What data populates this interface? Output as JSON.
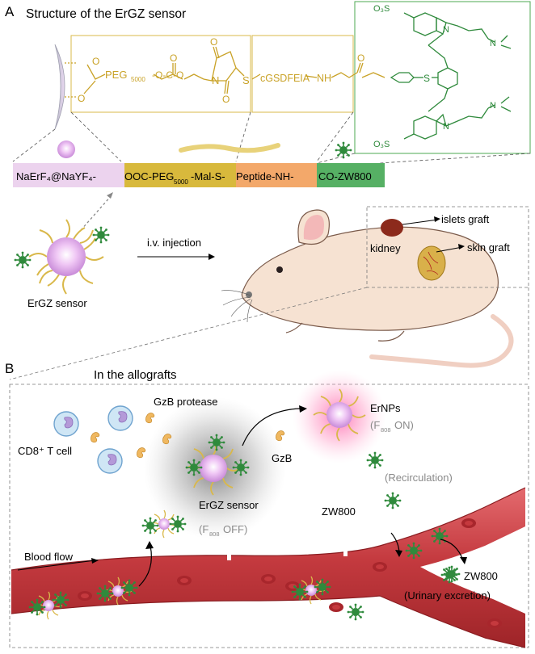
{
  "panel_a": {
    "label": "A",
    "title": "Structure of the ErGZ sensor",
    "chem": {
      "peg": "PEG",
      "peg_sub": "5000",
      "o_c_o": "-O-C-O",
      "peptide": "cGSDFEIA",
      "nh": "NH",
      "s1": "S",
      "s2": "S",
      "n_mal": "N",
      "o_labels": "O",
      "so3_top": "O₃S",
      "so3_bottom": "O₃S",
      "n_plus_top": "N",
      "n_plus_bottom": "N"
    },
    "bar": {
      "seg1": "NaErF₄@NaYF₄-",
      "seg2": "OOC-PEG",
      "seg2_sub": "5000",
      "seg2b": "-Mal-S-",
      "seg3": "Peptide-NH-",
      "seg4": "CO-ZW800"
    },
    "sensor_label": "ErGZ sensor",
    "injection_label": "i.v. injection",
    "kidney_label": "kidney",
    "islets_label": "islets graft",
    "skin_label": "skin graft"
  },
  "panel_b": {
    "label": "B",
    "title": "In the allografts",
    "cd8_label": "CD8⁺ T cell",
    "gzb_protease": "GzB protease",
    "gzb": "GzB",
    "ernps": "ErNPs",
    "fon": "(F",
    "fon_sub": "808",
    "fon_tail": " ON)",
    "ergz_sensor": "ErGZ sensor",
    "foff": "(F",
    "foff_sub": "808",
    "foff_tail": " OFF)",
    "recirculation": "(Recirculation)",
    "zw800_mid": "ZW800",
    "blood_flow": "Blood flow",
    "zw800_out": "ZW800",
    "urinary": "(Urinary excretion)"
  },
  "colors": {
    "gold": "#c9a227",
    "green": "#3a9a45",
    "pink_np": "#e6b4ee",
    "vessel": "#c43a3f",
    "mouse": "#f6e2d2",
    "bar_seg1": "#ecd3ee",
    "bar_seg2": "#d8b93c",
    "bar_seg3": "#f3a86a",
    "bar_seg4": "#56b064"
  }
}
